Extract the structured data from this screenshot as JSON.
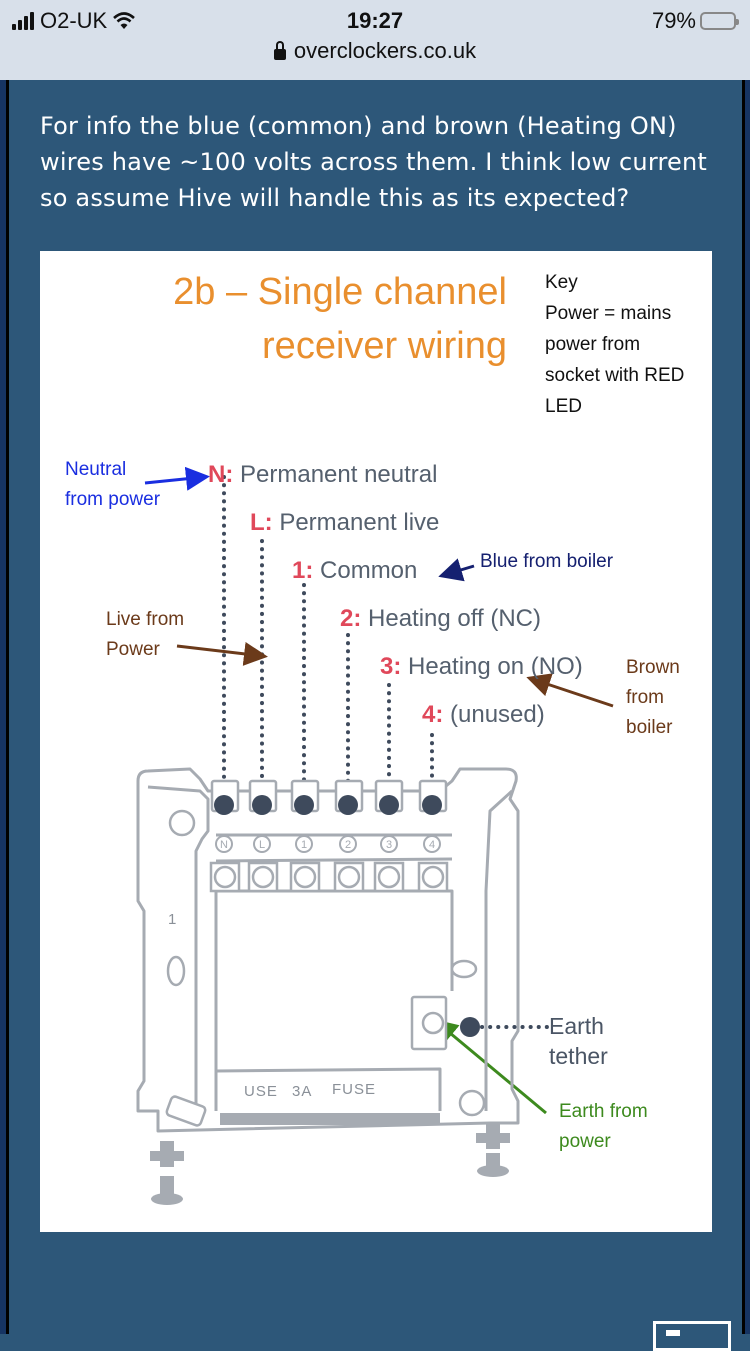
{
  "status_bar": {
    "carrier": "O2-UK",
    "time": "19:27",
    "battery": "79%",
    "battery_level": 0.79,
    "signal_icon": "cellular-signal-icon",
    "wifi_icon": "wifi-icon",
    "battery_icon": "battery-icon"
  },
  "browser": {
    "url": "overclockers.co.uk",
    "lock_icon": "lock-icon"
  },
  "post": {
    "text": "For info the blue (common) and brown (Heating ON) wires have ~100 volts across them. I think low current so assume Hive will handle this as its expected?"
  },
  "diagram": {
    "title_line1": "2b – Single channel",
    "title_line2": "receiver wiring",
    "key": {
      "heading": "Key",
      "lines": [
        "Power = mains",
        "power from",
        "socket with RED",
        "LED"
      ]
    },
    "terminals": [
      {
        "num": "N:",
        "label": "Permanent neutral",
        "marker": "N"
      },
      {
        "num": "L:",
        "label": "Permanent live",
        "marker": "L"
      },
      {
        "num": "1:",
        "label": "Common",
        "marker": "1"
      },
      {
        "num": "2:",
        "label": "Heating off (NC)",
        "marker": "2"
      },
      {
        "num": "3:",
        "label": "Heating on (NO)",
        "marker": "3"
      },
      {
        "num": "4:",
        "label": "(unused)",
        "marker": "4"
      }
    ],
    "annotations": {
      "neutral_line1": "Neutral",
      "neutral_line2": "from power",
      "blue_from_boiler": "Blue from boiler",
      "live_line1": "Live from",
      "live_line2": "Power",
      "brown_line1": "Brown",
      "brown_line2": "from",
      "brown_line3": "boiler",
      "earth_tether_line1": "Earth",
      "earth_tether_line2": "tether",
      "earth_power_line1": "Earth from",
      "earth_power_line2": "power"
    },
    "plate_text": {
      "use": "USE",
      "amps": "3A",
      "fuse": "FUSE",
      "one": "1"
    },
    "colors": {
      "title": "#e98f2e",
      "terminal_number": "#e0485a",
      "terminal_label": "#55606e",
      "neutral_note": "#1a2ee0",
      "blue_note": "#152070",
      "brown_note": "#6b3a1a",
      "earth_note": "#3d8a1e"
    }
  }
}
